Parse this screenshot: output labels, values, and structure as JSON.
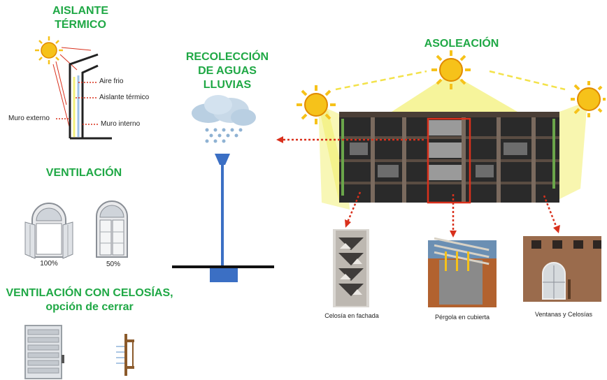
{
  "aislante": {
    "title_line1": "AISLANTE",
    "title_line2": "TÉRMICO",
    "labels": {
      "aire_frio": "Aire frio",
      "aislante": "Aislante térmico",
      "muro_externo": "Muro externo",
      "muro_interno": "Muro interno"
    }
  },
  "recoleccion": {
    "line1": "RECOLECCIÓN",
    "line2": "DE AGUAS",
    "line3": "LLUVIAS"
  },
  "asoleacion": {
    "title": "ASOLEACIÓN"
  },
  "ventilacion": {
    "title": "VENTILACIÓN",
    "window1_pct": "100%",
    "window2_pct": "50%"
  },
  "celosias": {
    "title_line1": "VENTILACIÓN CON CELOSÍAS,",
    "title_line2": "opción de cerrar"
  },
  "captions": {
    "fachada": "Celosía en fachada",
    "pergola": "Pérgola en cubierta",
    "ventanas": "Ventanas y Celosías"
  },
  "colors": {
    "accent_green": "#1fa845",
    "arrow_red": "#d9301c",
    "pipe_blue": "#3b6fc4",
    "sun_yellow": "#f6c21a",
    "sunbeam": "#f3f07a"
  },
  "icons": [
    "sun-icon",
    "rain-cloud-icon",
    "window-icon",
    "louver-icon"
  ]
}
